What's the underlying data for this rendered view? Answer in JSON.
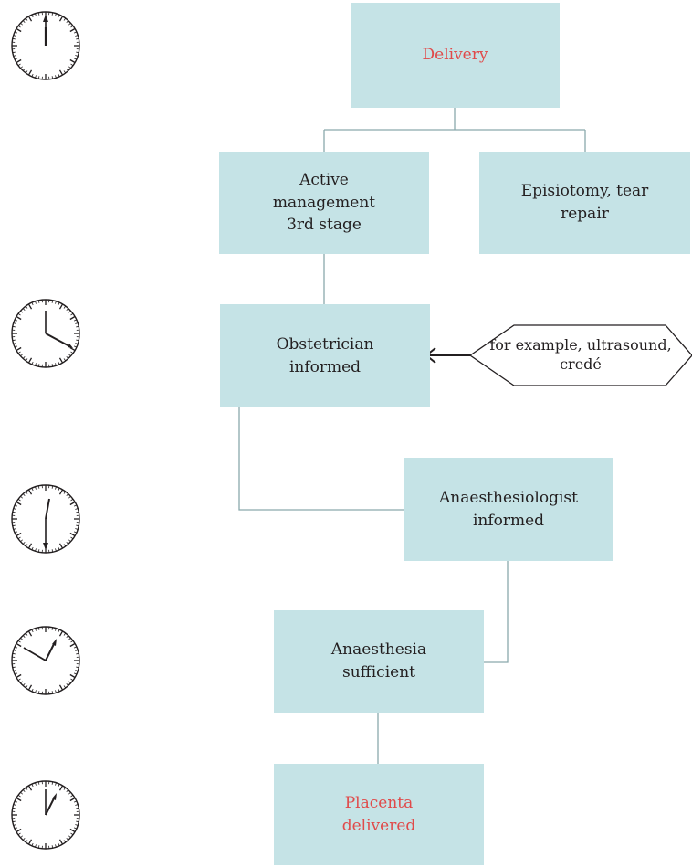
{
  "colors": {
    "box_fill": "#c5e3e6",
    "connector": "#8aa9ac",
    "highlight_text": "#e04a4a",
    "text": "#231f20"
  },
  "nodes": {
    "delivery": "Delivery",
    "active_management": [
      "Active",
      "management",
      "3rd stage"
    ],
    "episiotomy": [
      "Episiotomy, tear",
      "repair"
    ],
    "obstetrician": [
      "Obstetrician",
      "informed"
    ],
    "anaesthesiologist": [
      "Anaesthesiologist",
      "informed"
    ],
    "anaesthesia": [
      "Anaesthesia",
      "sufficient"
    ],
    "placenta": [
      "Placenta",
      "delivered"
    ]
  },
  "note": [
    "for example, ultrasound,",
    "credé"
  ],
  "icons": [
    "clock-icon",
    "clock-icon",
    "clock-icon",
    "clock-icon",
    "clock-icon"
  ]
}
